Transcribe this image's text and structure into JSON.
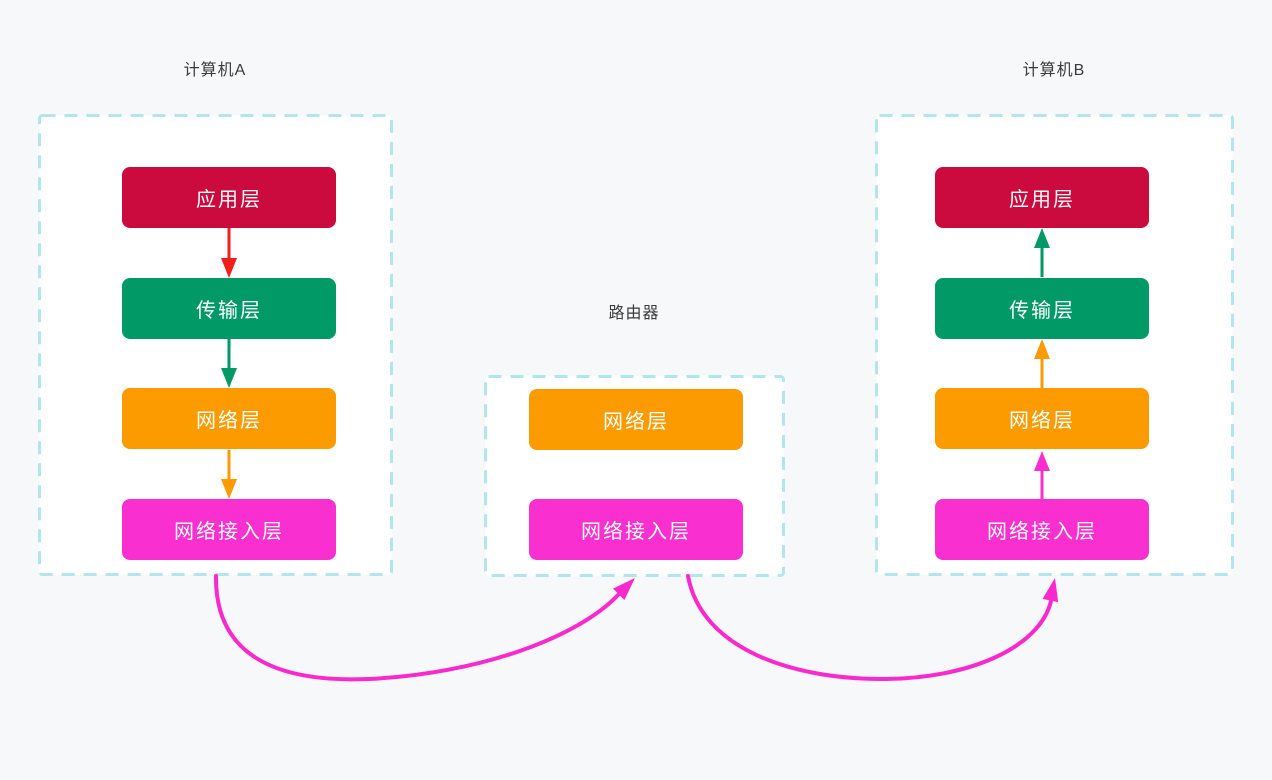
{
  "page": {
    "background": "#f7f8f9"
  },
  "palette": {
    "container_fill": "#ffffff",
    "dashed_border": "#b3e5f0",
    "title_text": "#3b3b3b",
    "layer_text": "#ffffff",
    "layer_red": "#cb0a3e",
    "layer_green": "#019a66",
    "layer_orange": "#fb9b00",
    "layer_magenta": "#f92fd0",
    "arrow_red": "#f21d1d",
    "connection_magenta": "#f929ce"
  },
  "groups": {
    "computerA": {
      "title": "计算机A",
      "flow_direction": "down",
      "layers": [
        {
          "label": "应用层",
          "color": "#cb0a3e"
        },
        {
          "label": "传输层",
          "color": "#019a66"
        },
        {
          "label": "网络层",
          "color": "#fb9b00"
        },
        {
          "label": "网络接入层",
          "color": "#f92fd0"
        }
      ],
      "arrows": [
        {
          "from": "应用层",
          "to": "传输层",
          "color": "#f21d1d"
        },
        {
          "from": "传输层",
          "to": "网络层",
          "color": "#019a66"
        },
        {
          "from": "网络层",
          "to": "网络接入层",
          "color": "#fb9b00"
        }
      ]
    },
    "router": {
      "title": "路由器",
      "layers": [
        {
          "label": "网络层",
          "color": "#fb9b00"
        },
        {
          "label": "网络接入层",
          "color": "#f92fd0"
        }
      ]
    },
    "computerB": {
      "title": "计算机B",
      "flow_direction": "up",
      "layers": [
        {
          "label": "应用层",
          "color": "#cb0a3e"
        },
        {
          "label": "传输层",
          "color": "#019a66"
        },
        {
          "label": "网络层",
          "color": "#fb9b00"
        },
        {
          "label": "网络接入层",
          "color": "#f92fd0"
        }
      ],
      "arrows": [
        {
          "from": "网络接入层",
          "to": "网络层",
          "color": "#f92fd0"
        },
        {
          "from": "网络层",
          "to": "传输层",
          "color": "#fb9b00"
        },
        {
          "from": "传输层",
          "to": "应用层",
          "color": "#019a66"
        }
      ]
    }
  },
  "connections": [
    {
      "from": "计算机A",
      "to": "路由器",
      "color": "#f929ce"
    },
    {
      "from": "路由器",
      "to": "计算机B",
      "color": "#f929ce"
    }
  ]
}
